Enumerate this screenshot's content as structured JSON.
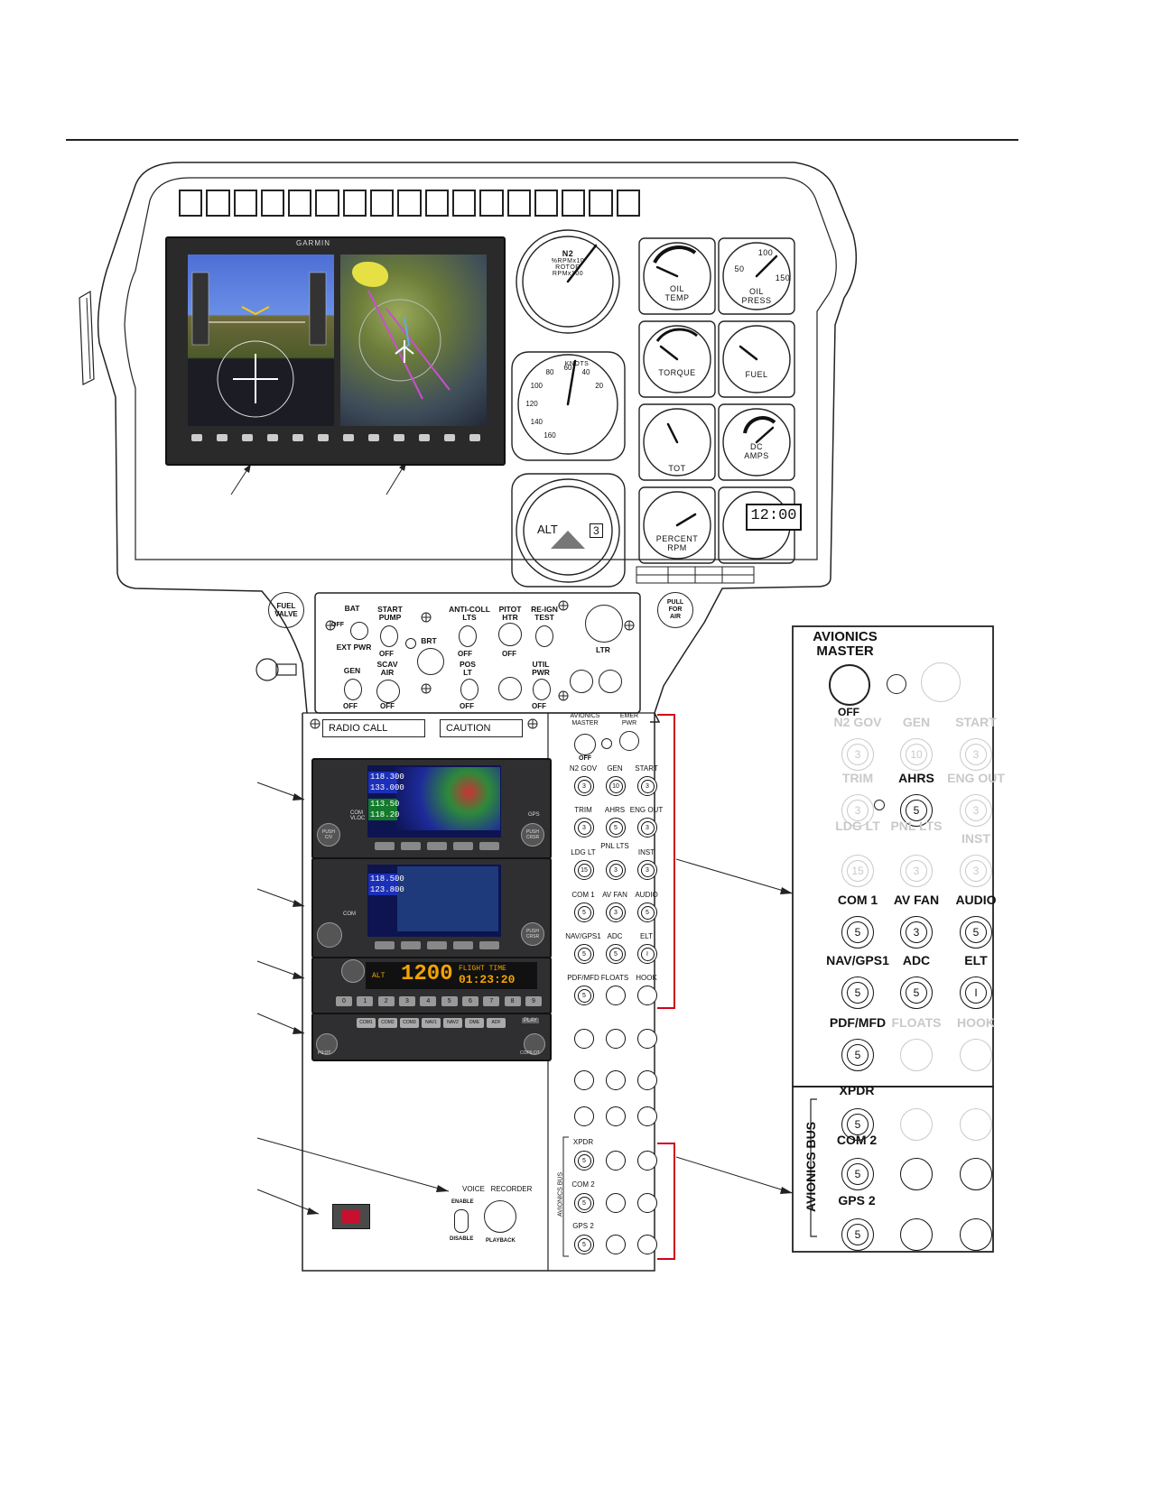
{
  "colors": {
    "line": "#111111",
    "bracket": "#d0021b",
    "g1000_bezel": "#2a2a2a",
    "sky": "#4d6fd6",
    "xpdr_amber": "#f5a300",
    "dim": "#c9c9c9"
  },
  "g1000": {
    "brand": "GARMIN"
  },
  "gauges": {
    "rotor": {
      "title": "N2",
      "l1": "%RPMx10",
      "l2": "ROTOR",
      "l3": "RPMx100"
    },
    "airspeed": {
      "title": "KNOTS",
      "ticks": [
        "160",
        "140",
        "120",
        "100",
        "80",
        "60",
        "40",
        "20"
      ]
    },
    "altimeter": {
      "label": "ALT",
      "digit": "3"
    },
    "oil_temp": {
      "l1": "OIL",
      "l2": "TEMP"
    },
    "oil_press": {
      "l1": "OIL",
      "l2": "PRESS",
      "t1": "100",
      "t2": "50",
      "t3": "150"
    },
    "torque": {
      "l1": "TORQUE"
    },
    "fuel": {
      "l1": "FUEL"
    },
    "tot": {
      "l1": "TOT"
    },
    "dc_amps": {
      "l1": "DC",
      "l2": "AMPS"
    },
    "rpm": {
      "l1": "PERCENT",
      "l2": "RPM"
    },
    "clock": {
      "value": "12:00"
    }
  },
  "side": {
    "fuel_valve": "FUEL VALVE",
    "pull_for_air_1": "PULL",
    "pull_for_air_2": "FOR",
    "pull_for_air_3": "AIR"
  },
  "switch_panel": {
    "bat": "BAT",
    "off_vertical": "OFF",
    "ext_pwr": "EXT PWR",
    "start_pump": "START PUMP",
    "brt": "BRT",
    "anti_coll": "ANTI-COLL LTS",
    "pitot_htr": "PITOT HTR",
    "re_ign": "RE-IGN TEST",
    "ltr": "LTR",
    "gen": "GEN",
    "scav_air": "SCAV AIR",
    "pos_lt": "POS LT",
    "util_pwr": "UTIL PWR",
    "off": "OFF"
  },
  "center": {
    "radio_call": "RADIO CALL",
    "caution": "CAUTION"
  },
  "radios": {
    "gns1": {
      "com_a": "118.300",
      "com_b": "133.000",
      "vloc_a": "113.50",
      "vloc_b": "118.20",
      "com_vloc": "COM VLOC",
      "push_cv": "PUSH C/V",
      "push_crsr": "PUSH CRSR",
      "gps": "GPS"
    },
    "gns2": {
      "com_a": "118.500",
      "com_b": "123.800",
      "com": "COM",
      "push_crsr": "PUSH CRSR"
    },
    "xpdr": {
      "mode": "ALT",
      "code": "1200",
      "flight_time": "FLIGHT TIME",
      "elapsed": "01:23:20",
      "keys": [
        "0",
        "1",
        "2",
        "3",
        "4",
        "5",
        "6",
        "7",
        "8",
        "9"
      ]
    },
    "audio": {
      "keys": [
        "COM1",
        "COM2",
        "COM3",
        "NAV1",
        "NAV2",
        "DME",
        "ADF"
      ],
      "pilot": "PILOT",
      "copilot": "COPILOT",
      "play": "PLAY"
    }
  },
  "voice_recorder": {
    "title": "VOICE   RECORDER",
    "enable": "ENABLE",
    "disable": "DISABLE",
    "playback": "PLAYBACK"
  },
  "cb_small": {
    "avionics_master": "AVIONICS MASTER",
    "emer_pwr": "EMER PWR",
    "off": "OFF",
    "rows": [
      [
        {
          "label": "N2 GOV",
          "value": "3"
        },
        {
          "label": "GEN",
          "value": "10"
        },
        {
          "label": "START",
          "value": "3"
        }
      ],
      [
        {
          "label": "TRIM",
          "value": "3"
        },
        {
          "label": "AHRS",
          "value": "5"
        },
        {
          "label": "ENG OUT",
          "value": "3"
        }
      ],
      [
        {
          "label": "LDG LT",
          "value": "15"
        },
        {
          "label": "PNL LTS",
          "value": "3"
        },
        {
          "label": "INST",
          "value": "3"
        }
      ],
      [
        {
          "label": "COM 1",
          "value": "5"
        },
        {
          "label": "AV FAN",
          "value": "3"
        },
        {
          "label": "AUDIO",
          "value": "5"
        }
      ],
      [
        {
          "label": "NAV/GPS1",
          "value": "5"
        },
        {
          "label": "ADC",
          "value": "5"
        },
        {
          "label": "ELT",
          "value": "I"
        }
      ],
      [
        {
          "label": "PDF/MFD",
          "value": "5"
        },
        {
          "label": "FLOATS",
          "value": ""
        },
        {
          "label": "HOOK",
          "value": ""
        }
      ]
    ],
    "avionics_bus": "AVIONICS BUS",
    "bus": [
      {
        "label": "XPDR",
        "value": "5"
      },
      {
        "label": "COM 2",
        "value": "5"
      },
      {
        "label": "GPS 2",
        "value": "5"
      }
    ]
  },
  "cb_big": {
    "avionics_master": "AVIONICS MASTER",
    "off": "OFF",
    "rows": [
      [
        {
          "label": "N2 GOV",
          "value": "3",
          "dim": true
        },
        {
          "label": "GEN",
          "value": "10",
          "dim": true
        },
        {
          "label": "START",
          "value": "3",
          "dim": true
        }
      ],
      [
        {
          "label": "TRIM",
          "value": "3",
          "dim": true
        },
        {
          "label": "AHRS",
          "value": "5",
          "dim": false
        },
        {
          "label": "ENG OUT",
          "value": "3",
          "dim": true
        }
      ],
      [
        {
          "label": "LDG LT",
          "value": "15",
          "dim": true
        },
        {
          "label": "PNL LTS",
          "value": "3",
          "dim": true
        },
        {
          "label": "INST",
          "value": "3",
          "dim": true
        }
      ],
      [
        {
          "label": "COM 1",
          "value": "5",
          "dim": false
        },
        {
          "label": "AV FAN",
          "value": "3",
          "dim": false
        },
        {
          "label": "AUDIO",
          "value": "5",
          "dim": false
        }
      ],
      [
        {
          "label": "NAV/GPS1",
          "value": "5",
          "dim": false
        },
        {
          "label": "ADC",
          "value": "5",
          "dim": false
        },
        {
          "label": "ELT",
          "value": "I",
          "dim": false
        }
      ],
      [
        {
          "label": "PDF/MFD",
          "value": "5",
          "dim": false
        },
        {
          "label": "FLOATS",
          "value": "",
          "dim": true
        },
        {
          "label": "HOOK",
          "value": "",
          "dim": true
        }
      ]
    ],
    "avionics_bus": "AVIONICS BUS",
    "bus": [
      {
        "label": "XPDR",
        "value": "5"
      },
      {
        "label": "COM 2",
        "value": "5"
      },
      {
        "label": "GPS 2",
        "value": "5"
      }
    ]
  }
}
